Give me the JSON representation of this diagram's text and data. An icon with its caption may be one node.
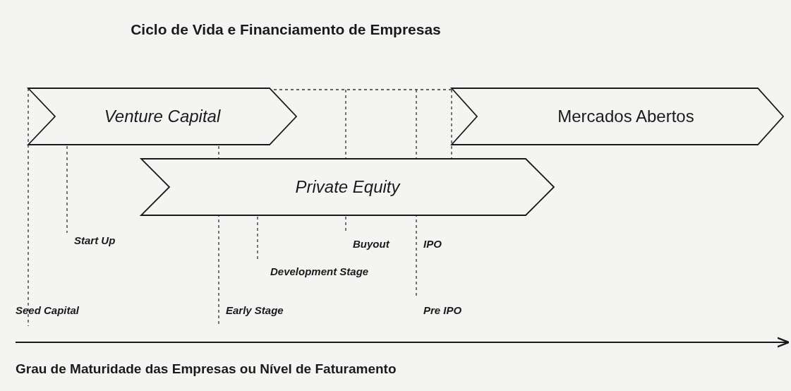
{
  "diagram": {
    "title": "Ciclo de Vida e Financiamento de Empresas",
    "nodes": [
      {
        "text": [
          "Venture Capital"
        ]
      },
      {
        "text": [
          "Mercados Abertos"
        ]
      },
      {
        "text": [
          "Private Equity"
        ]
      }
    ],
    "labels": [
      "Start Up",
      "Buyout",
      "IPO",
      "Development Stage",
      "Seed Capital",
      "Early Stage",
      "Pre IPO",
      "Grau de Maturidade das Empresas ou Nível de Faturamento"
    ]
  }
}
